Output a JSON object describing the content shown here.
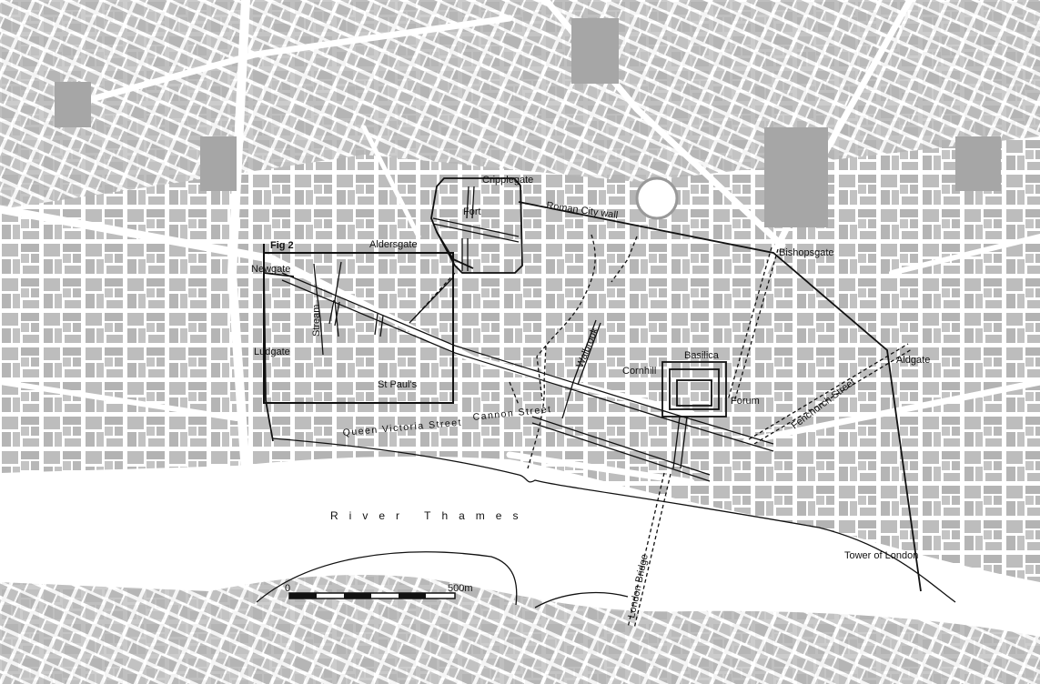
{
  "figure_label": "Fig 2",
  "labels": {
    "cripplegate": "Cripplegate",
    "fort": "Fort",
    "roman_city_wall": "Roman City wall",
    "bishopsgate": "Bishopsgate",
    "aldersgate": "Aldersgate",
    "newgate": "Newgate",
    "ludgate": "Ludgate",
    "stream": "Stream",
    "st_pauls": "St Paul's",
    "walbrook": "Walbrook",
    "cornhill": "Cornhill",
    "basilica": "Basilica",
    "forum": "Forum",
    "aldgate": "Aldgate",
    "fenchurch_street": "Fenchurch Street",
    "queen_victoria_street": "Queen Victoria Street",
    "cannon_street": "Cannon Street",
    "river_thames": "River Thames",
    "london_bridge": "London Bridge",
    "tower_of_london": "Tower of London"
  },
  "scale_bar": {
    "start_label": "0",
    "end_label": "500m"
  },
  "colors": {
    "background": "#ffffff",
    "blocks": "#bdbdbd",
    "blocks_dark": "#a6a6a6",
    "ink": "#111111"
  }
}
